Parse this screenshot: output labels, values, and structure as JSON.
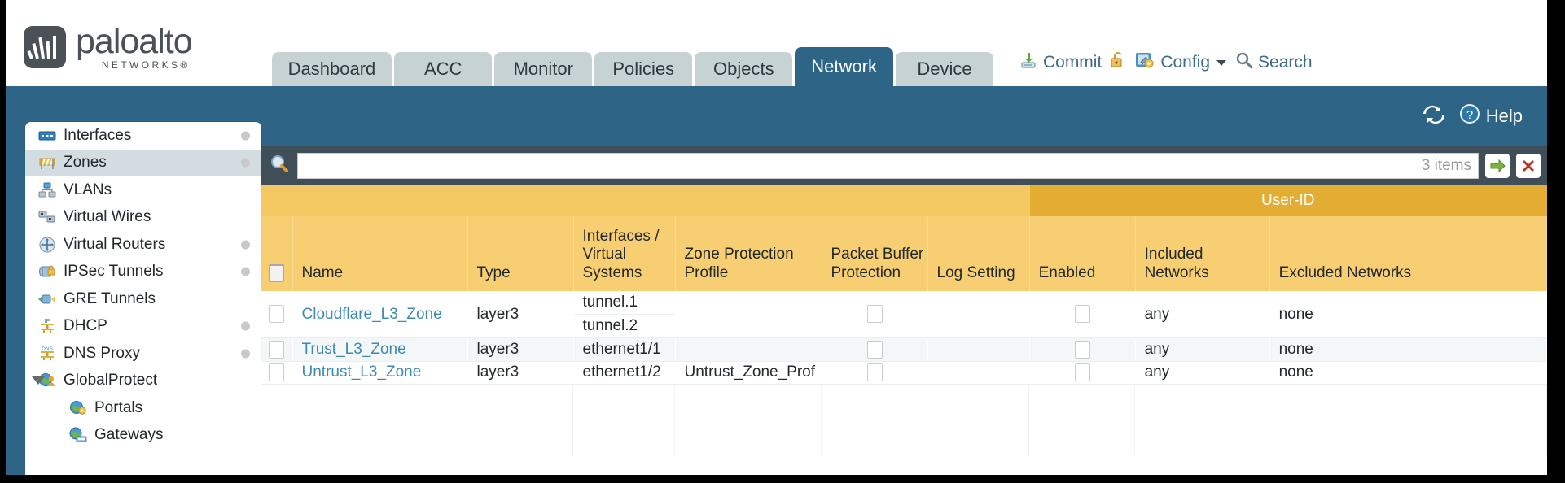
{
  "brand": {
    "name": "paloalto",
    "tagline": "NETWORKS®"
  },
  "tabs": [
    {
      "label": "Dashboard",
      "active": false
    },
    {
      "label": "ACC",
      "active": false
    },
    {
      "label": "Monitor",
      "active": false
    },
    {
      "label": "Policies",
      "active": false
    },
    {
      "label": "Objects",
      "active": false
    },
    {
      "label": "Network",
      "active": true
    },
    {
      "label": "Device",
      "active": false
    }
  ],
  "topright": {
    "commit": "Commit",
    "config": "Config",
    "search": "Search"
  },
  "subbar": {
    "help": "Help"
  },
  "sidebar": {
    "items": [
      {
        "label": "Interfaces",
        "icon": "interfaces-icon",
        "selected": false,
        "dot": true,
        "child": false,
        "twisty": false
      },
      {
        "label": "Zones",
        "icon": "zones-icon",
        "selected": true,
        "dot": true,
        "child": false,
        "twisty": false
      },
      {
        "label": "VLANs",
        "icon": "vlans-icon",
        "selected": false,
        "dot": false,
        "child": false,
        "twisty": false
      },
      {
        "label": "Virtual Wires",
        "icon": "virtual-wires-icon",
        "selected": false,
        "dot": false,
        "child": false,
        "twisty": false
      },
      {
        "label": "Virtual Routers",
        "icon": "virtual-routers-icon",
        "selected": false,
        "dot": true,
        "child": false,
        "twisty": false
      },
      {
        "label": "IPSec Tunnels",
        "icon": "ipsec-tunnels-icon",
        "selected": false,
        "dot": true,
        "child": false,
        "twisty": false
      },
      {
        "label": "GRE Tunnels",
        "icon": "gre-tunnels-icon",
        "selected": false,
        "dot": false,
        "child": false,
        "twisty": false
      },
      {
        "label": "DHCP",
        "icon": "dhcp-icon",
        "selected": false,
        "dot": true,
        "child": false,
        "twisty": false
      },
      {
        "label": "DNS Proxy",
        "icon": "dns-proxy-icon",
        "selected": false,
        "dot": true,
        "child": false,
        "twisty": false
      },
      {
        "label": "GlobalProtect",
        "icon": "globalprotect-icon",
        "selected": false,
        "dot": false,
        "child": false,
        "twisty": true
      },
      {
        "label": "Portals",
        "icon": "portals-icon",
        "selected": false,
        "dot": false,
        "child": true,
        "twisty": false
      },
      {
        "label": "Gateways",
        "icon": "gateways-icon",
        "selected": false,
        "dot": false,
        "child": true,
        "twisty": false
      }
    ]
  },
  "search": {
    "value": "",
    "placeholder": "",
    "item_count": "3 items",
    "apply_label": "apply-filter-arrow",
    "clear_label": "clear-filter-x"
  },
  "table": {
    "group_header": "User-ID",
    "columns": [
      "Name",
      "Type",
      "Interfaces / Virtual Systems",
      "Zone Protection Profile",
      "Packet Buffer Protection",
      "Log Setting",
      "Enabled",
      "Included Networks",
      "Excluded Networks"
    ],
    "rows": [
      {
        "name": "Cloudflare_L3_Zone",
        "type": "layer3",
        "interfaces": [
          "tunnel.1",
          "tunnel.2"
        ],
        "zone_protection_profile": "",
        "packet_buffer_protection": false,
        "log_setting": "",
        "userid_enabled": false,
        "included_networks": "any",
        "excluded_networks": "none"
      },
      {
        "name": "Trust_L3_Zone",
        "type": "layer3",
        "interfaces": [
          "ethernet1/1"
        ],
        "zone_protection_profile": "",
        "packet_buffer_protection": false,
        "log_setting": "",
        "userid_enabled": false,
        "included_networks": "any",
        "excluded_networks": "none"
      },
      {
        "name": "Untrust_L3_Zone",
        "type": "layer3",
        "interfaces": [
          "ethernet1/2"
        ],
        "zone_protection_profile": "Untrust_Zone_Prof",
        "packet_buffer_protection": false,
        "log_setting": "",
        "userid_enabled": false,
        "included_networks": "any",
        "excluded_networks": "none"
      }
    ]
  },
  "colors": {
    "brand_blue": "#2e6587",
    "header_amber": "#f7cf72",
    "group_amber": "#e3ad34",
    "toolbar_slate": "#3f4e57",
    "link_blue": "#3e8ab4"
  }
}
